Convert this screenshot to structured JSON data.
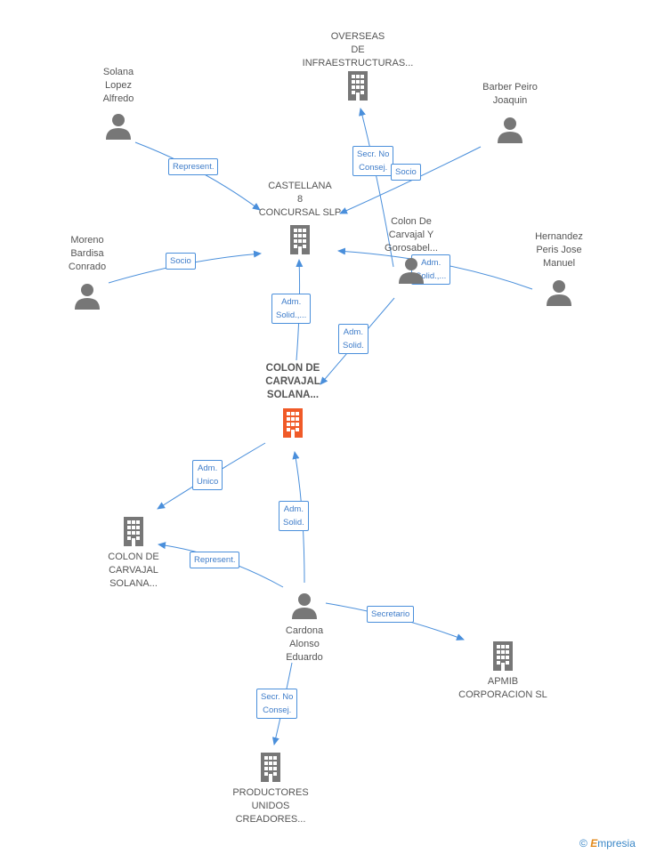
{
  "colors": {
    "edge": "#4a8fdb",
    "node": "#777777",
    "focus": "#f05a28"
  },
  "nodes": {
    "overseas": {
      "label": "OVERSEAS\nDE\nINFRAESTRUCTURAS...",
      "icon": "building-icon"
    },
    "solana": {
      "label": "Solana\nLopez\nAlfredo",
      "icon": "person-icon"
    },
    "barber": {
      "label": "Barber Peiro\nJoaquin",
      "icon": "person-icon"
    },
    "castellana": {
      "label": "CASTELLANA\n8\nCONCURSAL SLP",
      "icon": "building-icon"
    },
    "colon_goro": {
      "label": "Colon De\nCarvajal Y\nGorosabel...",
      "icon": "person-icon"
    },
    "moreno": {
      "label": "Moreno\nBardisa\nConrado",
      "icon": "person-icon"
    },
    "hernandez": {
      "label": "Hernandez\nPeris Jose\nManuel",
      "icon": "person-icon"
    },
    "main": {
      "label": "COLON DE\nCARVAJAL\nSOLANA...",
      "icon": "building-icon"
    },
    "colon2": {
      "label": "COLON DE\nCARVAJAL\nSOLANA...",
      "icon": "building-icon"
    },
    "cardona": {
      "label": "Cardona\nAlonso\nEduardo",
      "icon": "person-icon"
    },
    "apmib": {
      "label": "APMIB\nCORPORACION SL",
      "icon": "building-icon"
    },
    "productores": {
      "label": "PRODUCTORES\nUNIDOS\nCREADORES...",
      "icon": "building-icon"
    }
  },
  "edges": {
    "e1": "Represent.",
    "e2": "Secr.  No\nConsej.",
    "e3": "Socio",
    "e4": "Socio",
    "e5": "Adm.\nSolid.,...",
    "e6": "Adm.\nSolid.,...",
    "e7": "Adm.\nSolid.",
    "e8": "Adm.\nUnico",
    "e9": "Adm.\nSolid.",
    "e10": "Represent.",
    "e11": "Secretario",
    "e12": "Secr.  No\nConsej."
  },
  "brand": {
    "symbol": "©",
    "first": "E",
    "rest": "mpresia"
  }
}
